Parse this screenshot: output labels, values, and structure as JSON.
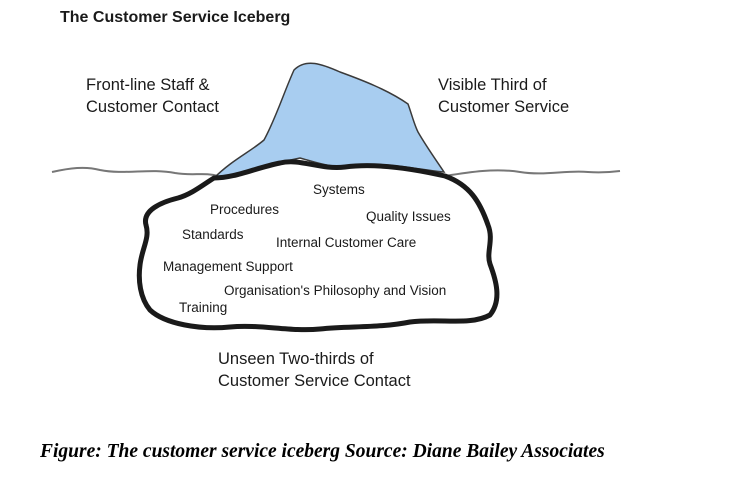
{
  "title": "The Customer Service Iceberg",
  "labels": {
    "front_line": [
      "Front-line Staff &",
      "Customer Contact"
    ],
    "visible_third": [
      "Visible Third of",
      "Customer Service"
    ],
    "unseen": [
      "Unseen Two-thirds of",
      "Customer Service Contact"
    ]
  },
  "underwater_items": {
    "systems": "Systems",
    "procedures": "Procedures",
    "quality_issues": "Quality Issues",
    "standards": "Standards",
    "internal_customer_care": "Internal Customer Care",
    "management_support": "Management Support",
    "philosophy_vision": "Organisation's Philosophy and Vision",
    "training": "Training"
  },
  "caption": "Figure: The customer service iceberg Source: Diane Bailey Associates",
  "colors": {
    "ice_tip": "#a8cdf0",
    "outline": "#1a1a1a",
    "waterline": "#777777",
    "background": "#ffffff"
  }
}
